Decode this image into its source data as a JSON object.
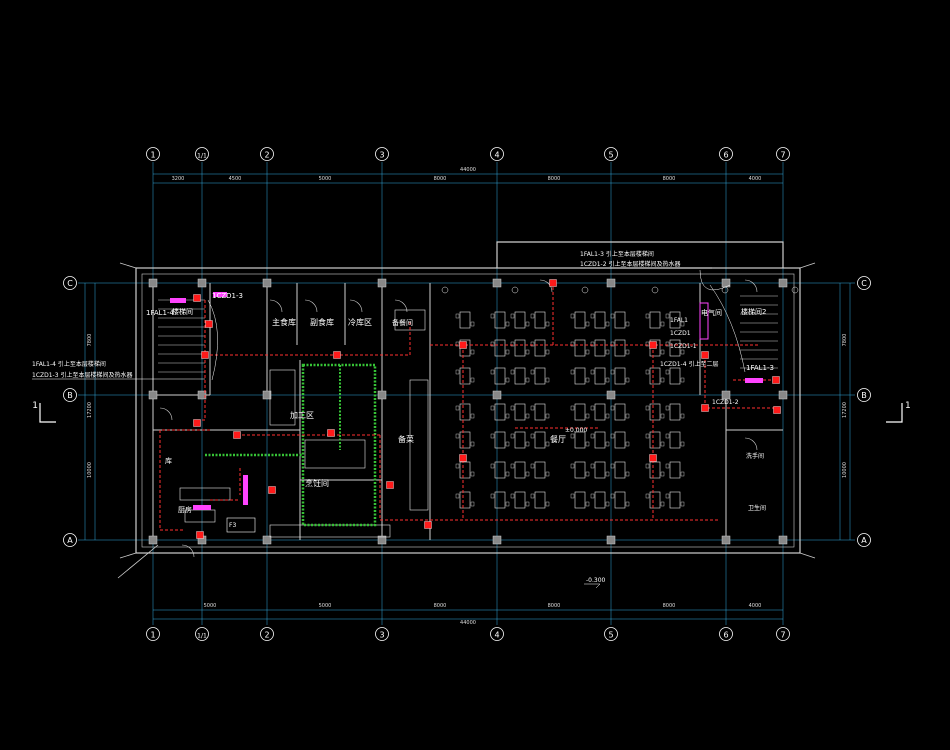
{
  "axes_top": [
    "1",
    "1/1",
    "2",
    "3",
    "4",
    "5",
    "6",
    "7"
  ],
  "axes_bottom": [
    "1",
    "1/1",
    "2",
    "3",
    "4",
    "5",
    "6",
    "7"
  ],
  "rows_left": [
    "C",
    "B",
    "A"
  ],
  "rows_right": [
    "C",
    "B",
    "A"
  ],
  "dims_top": [
    "3200",
    "4500",
    "5000",
    "8000",
    "8000",
    "8000",
    "4000"
  ],
  "total_top": "44000",
  "dims_bottom": [
    "5000",
    "5000",
    "8000",
    "8000",
    "8000",
    "4000"
  ],
  "total_bottom": "44000",
  "dims_left": [
    "7800",
    "17200",
    "10000"
  ],
  "dims_right": [
    "7800",
    "17200",
    "10000"
  ],
  "section_left": "1",
  "section_right": "1",
  "elevation_top": "±0.000",
  "elevation_bottom": "-0.300",
  "rooms": {
    "main_store": "主食库",
    "side_store": "副食库",
    "cold_store": "冷库区",
    "food_window": "备餐间",
    "processing": "加工区",
    "cooking": "烹饪间",
    "kitchen": "厨房",
    "stair_left": "楼梯间",
    "serving": "备菜",
    "hall": "餐厅",
    "electrical": "电气间",
    "stair_right": "楼梯间2",
    "wash": "洗手间",
    "toilet": "卫生间",
    "store_left": "库"
  },
  "labels": {
    "fal_left": "1FAL1-4",
    "fal_left_sub": "1FAL1-4 引上至本层楼梯间",
    "czd_left": "1CZD1-3",
    "czd_left_note": "1CZD1-3 引上至本层楼梯间及热水器",
    "czd_top_small": "1CZD1-3",
    "fal_note_top": "1FAL1-3 引上至本层楼梯间",
    "czd_note_top": "1CZD1-2 引上至本层楼梯间及热水器",
    "fal_mid": "1FAL1",
    "czd_mid1": "1CZD1",
    "czd_mid2": "1CZD1-1",
    "czd_mid3": "1CZD1-4 引上至二层",
    "fal_right": "1FAL1-3",
    "czd_right": "1CZD1-2",
    "fal_stair_left": "1FAL1-4",
    "panel_box": "F3"
  },
  "colors": {
    "background": "#000000",
    "wall": "#cfcfcf",
    "grid": "#33aadd",
    "furniture": "#e6e6e6",
    "wire": "#ff3030",
    "device": "#ff1a1a",
    "green_duct": "#36c236",
    "panel": "#ff44ff",
    "text": "#ffffff",
    "dim_text": "#dddddd"
  }
}
